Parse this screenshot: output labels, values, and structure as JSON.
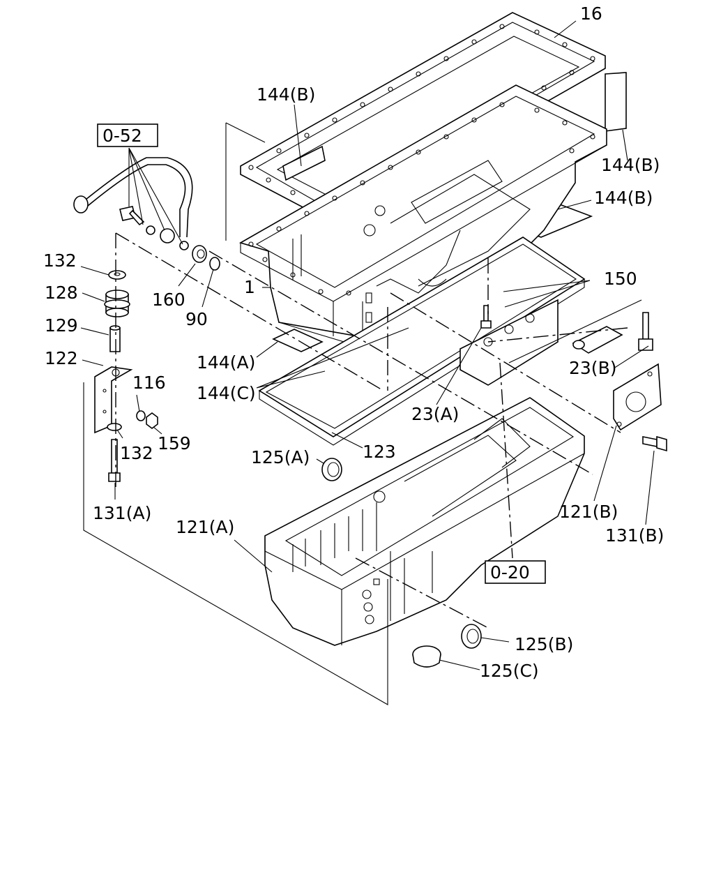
{
  "labels": {
    "p16": "16",
    "p144b_top": "144(B)",
    "p144b_right": "144(B)",
    "p144b_mid": "144(B)",
    "ref_052": "0-52",
    "p132_top": "132",
    "p128": "128",
    "p129": "129",
    "p122": "122",
    "p116": "116",
    "p132_bot": "132",
    "p159": "159",
    "p131a": "131(A)",
    "p160": "160",
    "p90": "90",
    "p1": "1",
    "p150": "150",
    "p144a": "144(A)",
    "p144c": "144(C)",
    "p23a": "23(A)",
    "p23b": "23(B)",
    "p123": "123",
    "p125a": "125(A)",
    "p121a": "121(A)",
    "p121b": "121(B)",
    "p131b": "131(B)",
    "ref_020": "0-20",
    "p125b": "125(B)",
    "p125c": "125(C)"
  }
}
